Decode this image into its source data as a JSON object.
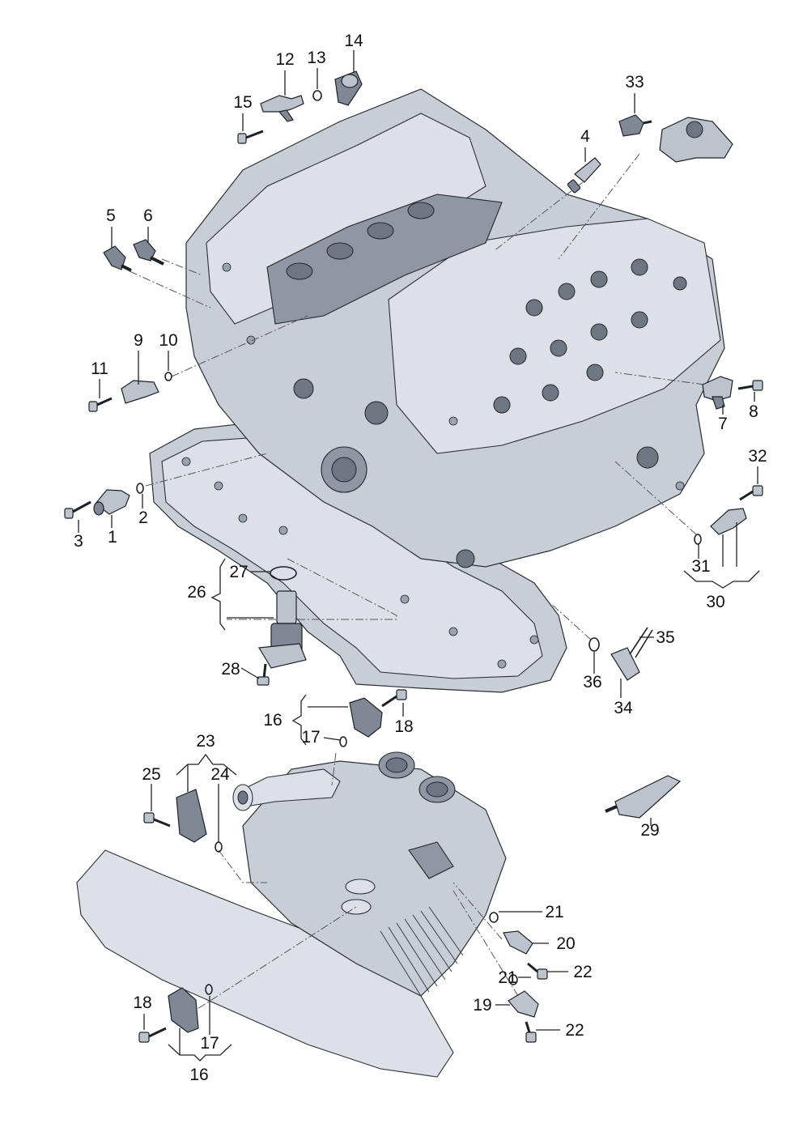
{
  "callouts": {
    "c1": "1",
    "c2": "2",
    "c3": "3",
    "c4": "4",
    "c5": "5",
    "c6": "6",
    "c7": "7",
    "c8": "8",
    "c9": "9",
    "c10": "10",
    "c11": "11",
    "c12": "12",
    "c13": "13",
    "c14": "14",
    "c15": "15",
    "c16a": "16",
    "c16b": "16",
    "c17a": "17",
    "c17b": "17",
    "c18a": "18",
    "c18b": "18",
    "c19": "19",
    "c20": "20",
    "c21a": "21",
    "c21b": "21",
    "c22a": "22",
    "c22b": "22",
    "c23": "23",
    "c24": "24",
    "c25": "25",
    "c26": "26",
    "c27": "27",
    "c28": "28",
    "c29": "29",
    "c30": "30",
    "c31": "31",
    "c32": "32",
    "c33": "33",
    "c34": "34",
    "c35": "35",
    "c36": "36"
  }
}
